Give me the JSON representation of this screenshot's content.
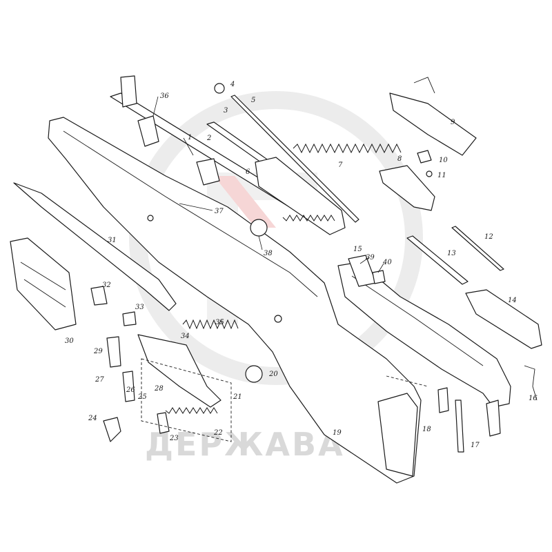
{
  "watermark": {
    "text": "ДЕРЖАВА",
    "ring_color": "#e6e6e6",
    "accent_color": "#f2c4c4"
  },
  "callouts": [
    "1",
    "2",
    "3",
    "4",
    "5",
    "6",
    "7",
    "8",
    "9",
    "10",
    "11",
    "12",
    "13",
    "14",
    "15",
    "16",
    "17",
    "18",
    "19",
    "20",
    "21",
    "22",
    "23",
    "24",
    "25",
    "26",
    "27",
    "28",
    "29",
    "30",
    "31",
    "32",
    "33",
    "34",
    "35",
    "36",
    "37",
    "38",
    "39",
    "40"
  ],
  "line_color": "#1a1a1a"
}
